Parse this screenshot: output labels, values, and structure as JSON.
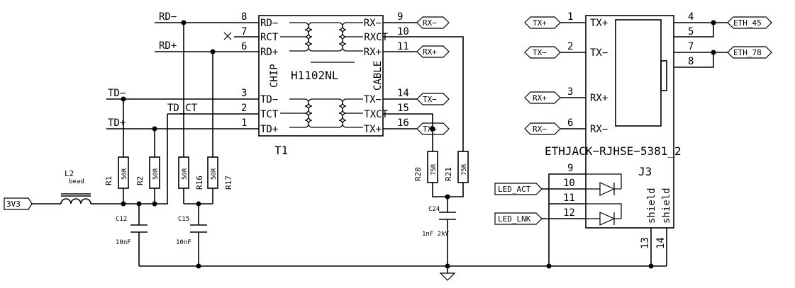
{
  "nets": {
    "rd_minus": "RD−",
    "rd_plus": "RD+",
    "td_minus": "TD−",
    "td_plus": "TD+",
    "td_ct": "TD_CT"
  },
  "power_label": "3V3",
  "transformer": {
    "ref": "T1",
    "value": "H1102NL",
    "left_side": "CHIP",
    "right_side": "CABLE",
    "left_pins": [
      {
        "num": "8",
        "name": "RD−"
      },
      {
        "num": "7",
        "name": "RCT"
      },
      {
        "num": "6",
        "name": "RD+"
      },
      {
        "num": "3",
        "name": "TD−"
      },
      {
        "num": "2",
        "name": "TCT"
      },
      {
        "num": "1",
        "name": "TD+"
      }
    ],
    "right_pins": [
      {
        "num": "9",
        "name": "RX−"
      },
      {
        "num": "10",
        "name": "RXCT"
      },
      {
        "num": "11",
        "name": "RX+"
      },
      {
        "num": "14",
        "name": "TX−"
      },
      {
        "num": "15",
        "name": "TXCT"
      },
      {
        "num": "16",
        "name": "TX+"
      }
    ]
  },
  "right_labels": {
    "rx_minus": "RX−",
    "rx_plus": "RX+",
    "tx_minus": "TX−",
    "tx_plus": "TX+"
  },
  "jack": {
    "ref": "J3",
    "value": "ETHJACK−RJHSE−5381_2",
    "pins_left": [
      {
        "num": "1",
        "name": "TX+",
        "label": "TX+"
      },
      {
        "num": "2",
        "name": "TX−",
        "label": "TX−"
      },
      {
        "num": "3",
        "name": "RX+",
        "label": "RX+"
      },
      {
        "num": "6",
        "name": "RX−",
        "label": "RX−"
      }
    ],
    "pins_right": [
      "4",
      "5",
      "7",
      "8"
    ],
    "eth45": "ETH_45",
    "eth78": "ETH_78",
    "led_pins": [
      "9",
      "10",
      "11",
      "12"
    ],
    "led_act": "LED_ACT",
    "led_lnk": "LED_LNK",
    "shield_pins": [
      "13",
      "14"
    ],
    "shield": "shield"
  },
  "components": {
    "l2": {
      "ref": "L2",
      "value": "bead"
    },
    "r1": {
      "ref": "R1",
      "value": "50R"
    },
    "r2": {
      "ref": "R2",
      "value": "50R"
    },
    "r16": {
      "ref": "R16",
      "value": "50R"
    },
    "r17": {
      "ref": "R17",
      "value": "50R"
    },
    "r20": {
      "ref": "R20",
      "value": "75R"
    },
    "r21": {
      "ref": "R21",
      "value": "75R"
    },
    "c12": {
      "ref": "C12",
      "value": "10nF"
    },
    "c15": {
      "ref": "C15",
      "value": "10nF"
    },
    "c24": {
      "ref": "C24",
      "value": "1nF 2kV"
    }
  }
}
